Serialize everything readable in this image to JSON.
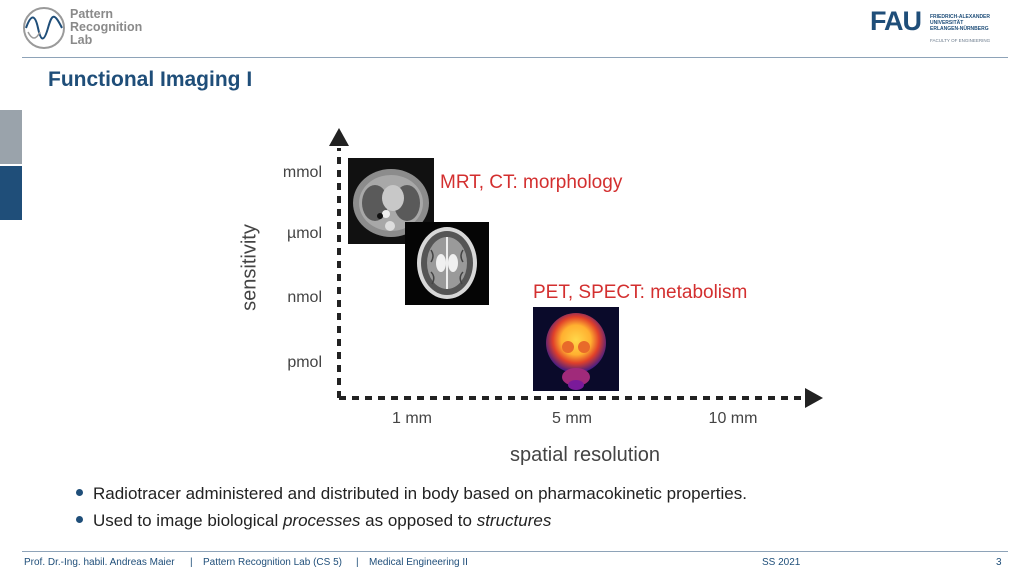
{
  "header": {
    "lab_name_lines": [
      "Pattern",
      "Recognition",
      "Lab"
    ],
    "logo_icon": "pattern-recognition-lab-logo",
    "fau_wordmark": "FAU",
    "fau_lines": [
      "FRIEDRICH-ALEXANDER",
      "UNIVERSITÄT",
      "ERLANGEN-NÜRNBERG"
    ],
    "fau_faculty": "FACULTY OF ENGINEERING",
    "accent_color": "#1f4e79"
  },
  "slide": {
    "title": "Functional Imaging I"
  },
  "diagram": {
    "y_axis_title": "sensitivity",
    "x_axis_title": "spatial resolution",
    "y_ticks": [
      "mmol",
      "µmol",
      "nmol",
      "pmol"
    ],
    "x_ticks": [
      "1 mm",
      "5 mm",
      "10 mm"
    ],
    "label_morphology": "MRT, CT: morphology",
    "label_metabolism": "PET, SPECT: metabolism",
    "images": [
      "ct-chest-scan",
      "mri-brain-scan",
      "pet-brain-scan"
    ],
    "label_color": "#d32f2f"
  },
  "bullets": {
    "item1": "Radiotracer administered and distributed in body based on pharmacokinetic properties.",
    "item2_pre": "Used to image biological ",
    "item2_em1": "processes",
    "item2_mid": " as opposed to ",
    "item2_em2": "structures"
  },
  "footer": {
    "author": "Prof. Dr.-Ing. habil. Andreas Maier",
    "sep1": "|",
    "lab": "Pattern Recognition Lab (CS 5)",
    "sep2": "|",
    "course": "Medical Engineering II",
    "semester": "SS 2021",
    "page": "3"
  }
}
